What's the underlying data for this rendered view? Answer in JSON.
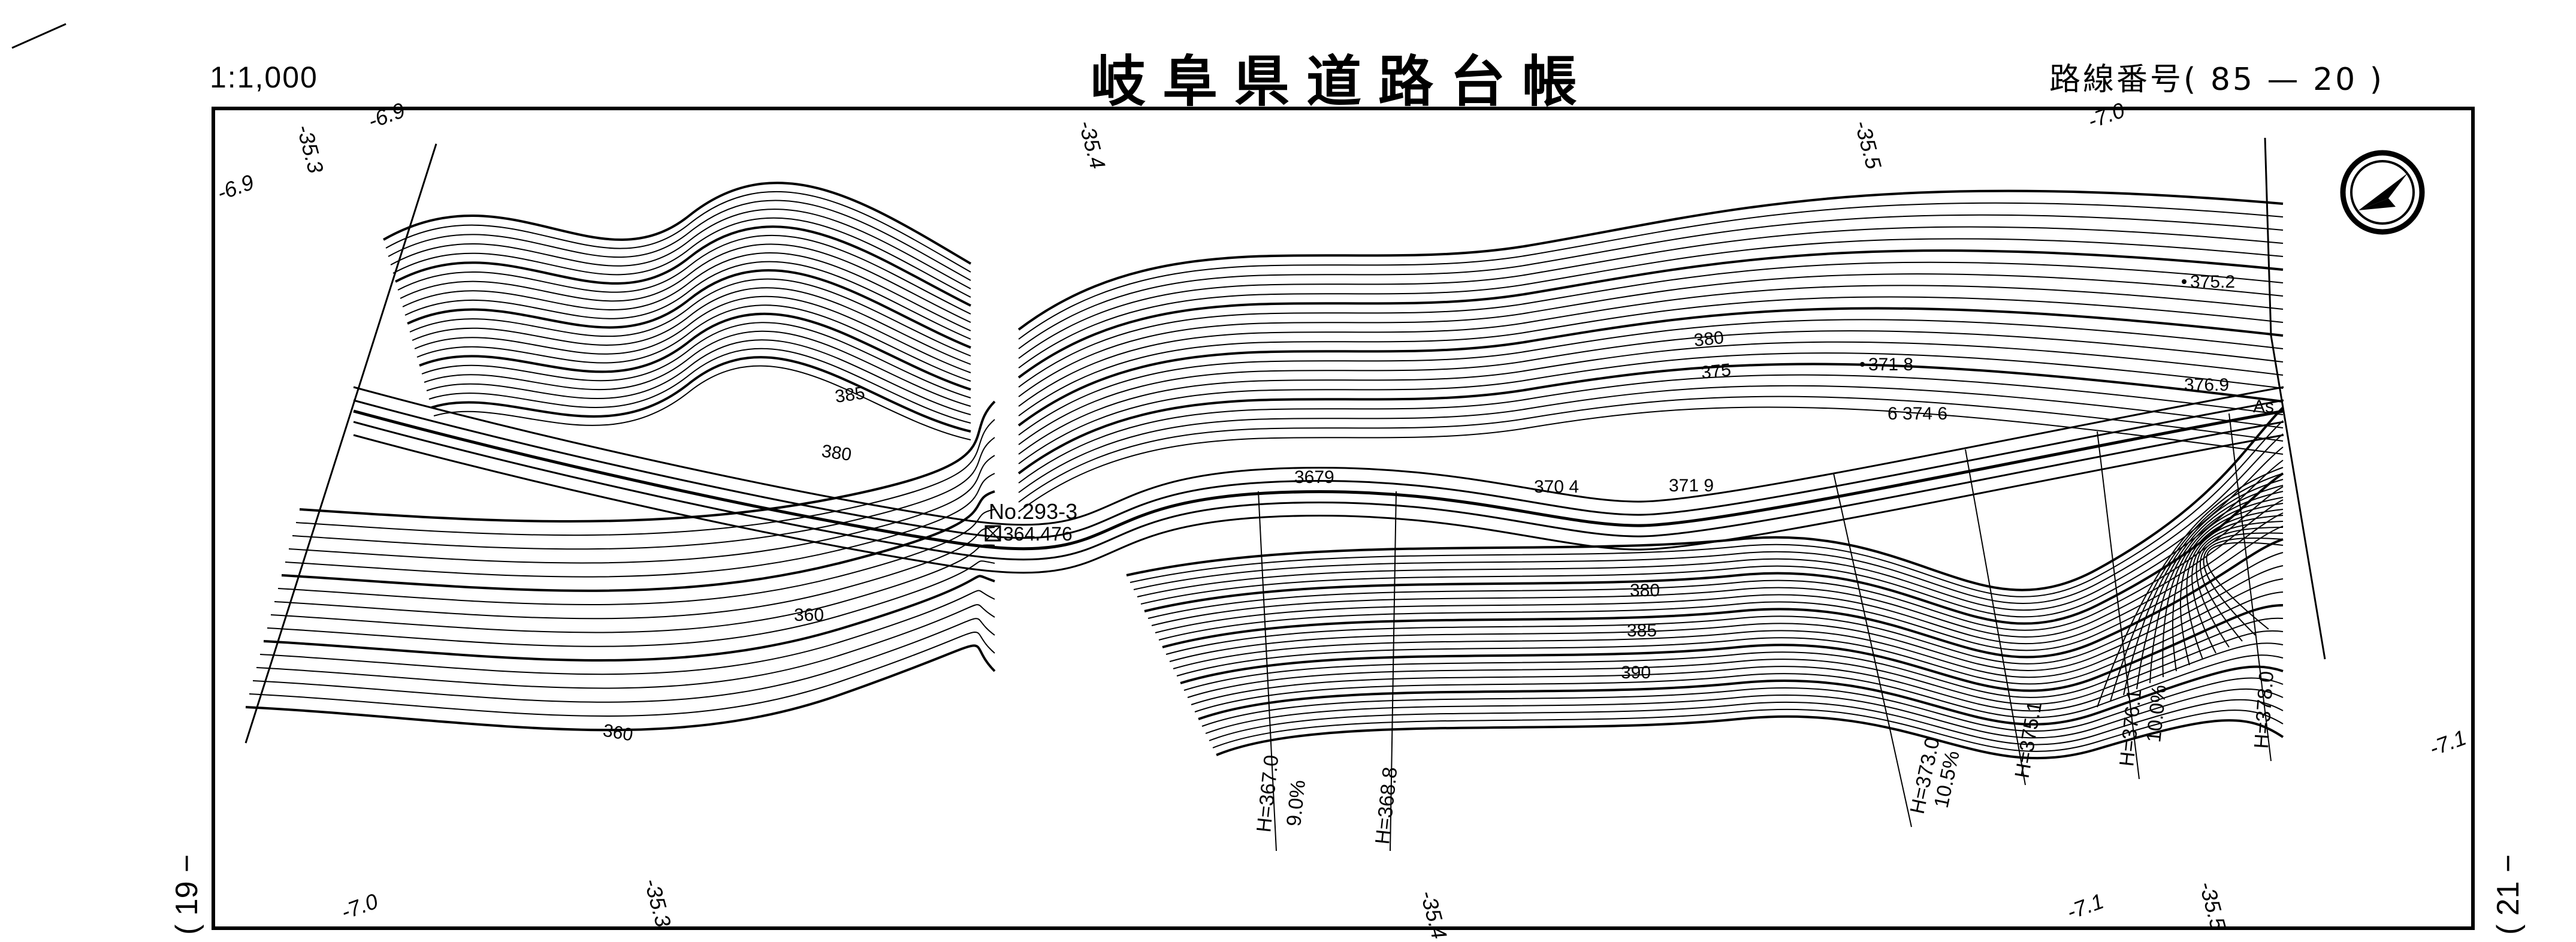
{
  "header": {
    "scale": "1:1,000",
    "title": "岐阜県道路台帳",
    "route_label": "路線番号",
    "route_number": "( 85 — 20 )"
  },
  "sheet_refs": {
    "left": "( 19 −",
    "right": "( 21 −"
  },
  "grid_labels": {
    "top": [
      "-35.3",
      "-6.9",
      "-35.4",
      "-35.5",
      "-7.0"
    ],
    "left": "-6.9",
    "right": "-7.1",
    "bottom": [
      "-7.0",
      "-35.3",
      "-35.4",
      "-7.1",
      "-35.5"
    ]
  },
  "contour_labels": [
    "385",
    "380",
    "360",
    "360",
    "380",
    "375",
    "380",
    "385",
    "390"
  ],
  "spot_heights": [
    "3679",
    "370 4",
    "371 9",
    "371 8",
    "6 374 6",
    "376.9",
    "375.2"
  ],
  "surface_label": "As",
  "benchmark": {
    "id": "No.293-3",
    "elevation": "364.476"
  },
  "profile_marks": [
    {
      "h": "H=367.0",
      "grade": "9.0%"
    },
    {
      "h": "H=368.8",
      "grade": ""
    },
    {
      "h": "H=373.0",
      "grade": "10.5%"
    },
    {
      "h": "H=375.1",
      "grade": ""
    },
    {
      "h": "H=376.1",
      "grade": "10.0%"
    },
    {
      "h": "H=378.0",
      "grade": ""
    }
  ],
  "icons": {
    "north_arrow": "north-arrow-icon"
  },
  "colors": {
    "ink": "#000000",
    "paper": "#ffffff"
  }
}
